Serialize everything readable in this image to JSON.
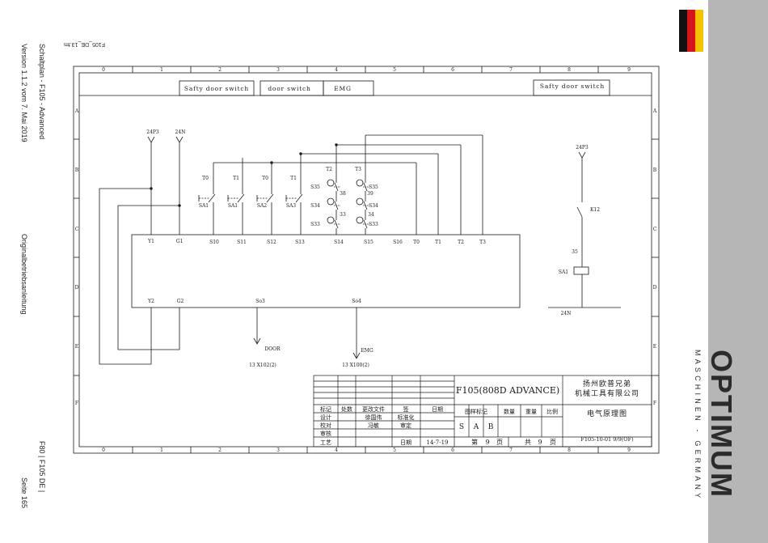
{
  "page": {
    "colors": {
      "accent_purple": "#7b2d8b",
      "grey_band": "#b6b6b6",
      "line": "#1a1a1a",
      "flag_black": "#111111",
      "flag_red": "#d8141a",
      "flag_gold": "#f3c300"
    },
    "left_margin": {
      "doc_title": "Schaltplan - F105 - Advanced",
      "doc_version": "Version 1.1.2 vom 7. Mai 2019",
      "manual_type": "Originalbetriebsanleitung",
      "model_lang": "F80 | F105   DE |",
      "page_number": "Seite 165"
    },
    "file_ref": "F105_DE_13.fm",
    "brand": {
      "logo": "OPTIMUM",
      "tagline": "MASCHINEN - GERMANY",
      "flag_icon": "german-flag-icon"
    }
  },
  "diagram": {
    "columns": [
      "0",
      "1",
      "2",
      "3",
      "4",
      "5",
      "6",
      "7",
      "8",
      "9"
    ],
    "rows": [
      "A",
      "B",
      "C",
      "D",
      "E",
      "F"
    ],
    "header_labels": [
      "Safty door switch",
      "door switch",
      "EMG",
      "Safty door switch"
    ],
    "supplies": [
      "24P3",
      "24N",
      "24P3",
      "24N"
    ],
    "switch_labels_top": [
      "T0",
      "T1",
      "T0",
      "T1",
      "T2",
      "T3"
    ],
    "switch_labels_bottom": [
      "SA1",
      "SA1",
      "SA2",
      "SA3"
    ],
    "button_labels": [
      "S35",
      "S34",
      "S33",
      "S35",
      "S34",
      "S33"
    ],
    "wire_numbers": [
      "38",
      "39",
      "33",
      "34"
    ],
    "module_top_pins": [
      "Y1",
      "G1",
      "S10",
      "S11",
      "S12",
      "S13",
      "S14",
      "S15",
      "S16",
      "T0",
      "T1",
      "T2",
      "T3"
    ],
    "module_bottom_pins": [
      "Y2",
      "G2",
      "So3",
      "So4"
    ],
    "outputs": [
      {
        "signal": "DOOR",
        "ref": "13 X102(2)"
      },
      {
        "signal": "EMG",
        "ref": "13 X100(2)"
      }
    ],
    "relay": {
      "contact": "K12",
      "wire": "35",
      "coil": "SA1",
      "supply_top": "24P3",
      "supply_bottom": "24N"
    }
  },
  "title_block": {
    "drawing_title": "F105(808D ADVANCE)",
    "company": [
      "扬州欧普兄弟",
      "机械工具有限公司"
    ],
    "revision_headers": [
      "标记",
      "处数",
      "更改文件",
      "签",
      "日期"
    ],
    "signoff": [
      [
        "设计",
        "徐国伟",
        "标准化",
        ""
      ],
      [
        "校对",
        "冯敏",
        "审定",
        ""
      ],
      [
        "审核",
        "",
        "",
        ""
      ],
      [
        "工艺",
        "",
        "日期",
        "14-7-19"
      ]
    ],
    "spec_headers": [
      "图样标记",
      "数量",
      "重量",
      "比例"
    ],
    "marks": [
      "S",
      "A",
      "B"
    ],
    "sheet": {
      "label_no": "第",
      "no": "9",
      "unit_no": "页",
      "label_total": "共",
      "total": "9",
      "unit_total": "页"
    },
    "doc_type": "电气原理图",
    "drawing_number": "F105-10-01 9/9(OF)"
  }
}
